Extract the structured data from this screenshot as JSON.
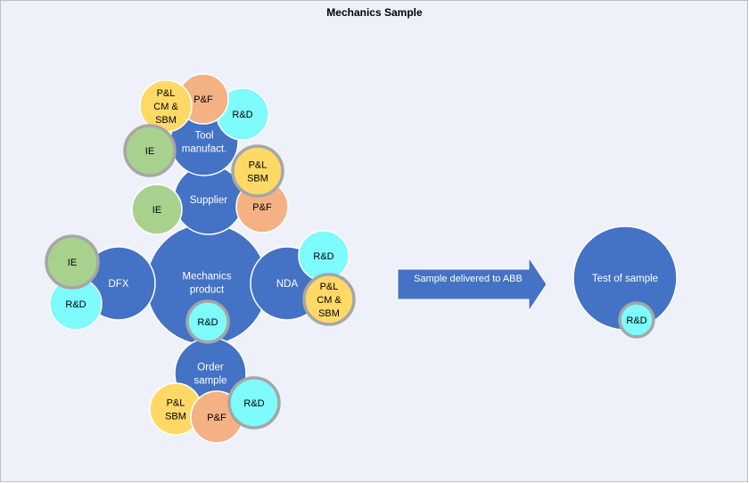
{
  "title": "Mechanics Sample",
  "colors": {
    "background": "#EEF1FA",
    "frame": "#BFBFBF",
    "main_blue": "#4472C4",
    "rd": "#7DFBFD",
    "pnl": "#FFD966",
    "pnf": "#F4B183",
    "ie": "#A9D18E",
    "highlight_border": "#A6A6A6",
    "white_border": "#FFFFFF"
  },
  "main_nodes": {
    "tool": [
      "Tool",
      "manufact."
    ],
    "supplier": [
      "Supplier"
    ],
    "dfx": [
      "DFX"
    ],
    "mechanics": [
      "Mechanics",
      "product"
    ],
    "nda": [
      "NDA"
    ],
    "order": [
      "Order",
      "sample"
    ],
    "test": [
      "Test of sample"
    ]
  },
  "satellites": {
    "tool_pl": [
      "P&L",
      "CM &",
      "SBM"
    ],
    "tool_pf": [
      "P&F"
    ],
    "tool_rd": [
      "R&D"
    ],
    "tool_ie": [
      "IE"
    ],
    "sup_pl": [
      "P&L",
      "SBM"
    ],
    "sup_pf": [
      "P&F"
    ],
    "sup_ie": [
      "IE"
    ],
    "dfx_ie": [
      "IE"
    ],
    "dfx_rd": [
      "R&D"
    ],
    "mech_rd": [
      "R&D"
    ],
    "nda_rd": [
      "R&D"
    ],
    "nda_pl": [
      "P&L",
      "CM &",
      "SBM"
    ],
    "ord_pl": [
      "P&L",
      "SBM"
    ],
    "ord_pf": [
      "P&F"
    ],
    "ord_rd": [
      "R&D"
    ],
    "test_rd": [
      "R&D"
    ]
  },
  "arrow": {
    "label": "Sample delivered to ABB"
  }
}
